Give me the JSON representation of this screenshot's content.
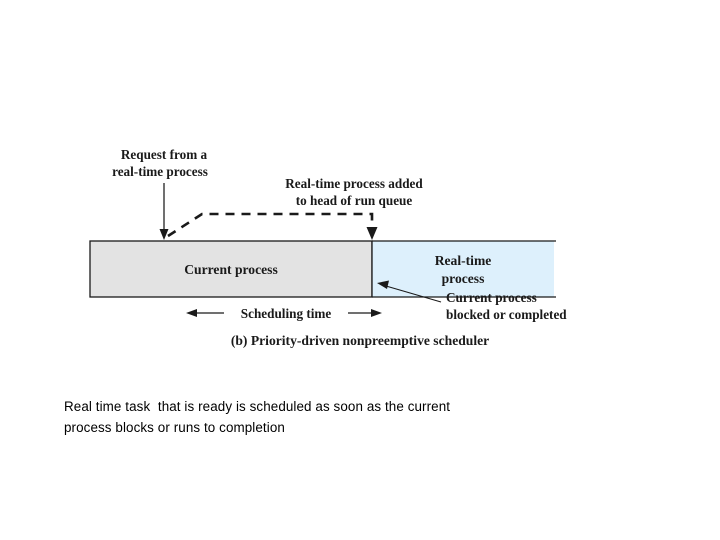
{
  "slide": {
    "background_color": "#ffffff"
  },
  "diagram": {
    "figure_caption": "(b) Priority-driven nonpreemptive scheduler",
    "annotations": {
      "request": {
        "line1": "Request from a",
        "line2": "real-time process"
      },
      "added_to_queue": {
        "line1": "Real-time process added",
        "line2": "to head of run queue"
      },
      "blocked": {
        "line1": "Current process",
        "line2": "blocked or completed"
      },
      "scheduling_time": "Scheduling time"
    },
    "timeline": {
      "current_process": {
        "label": "Current process",
        "fill_color": "#e3e3e3"
      },
      "realtime_process": {
        "label_line1": "Real-time",
        "label_line2": "process",
        "fill_color": "#ddf0fc"
      },
      "border_color": "#1a1a1a"
    }
  },
  "body_text": {
    "line1": "Real time task  that is ready is scheduled as soon as the current",
    "line2": "process blocks or runs to completion"
  }
}
